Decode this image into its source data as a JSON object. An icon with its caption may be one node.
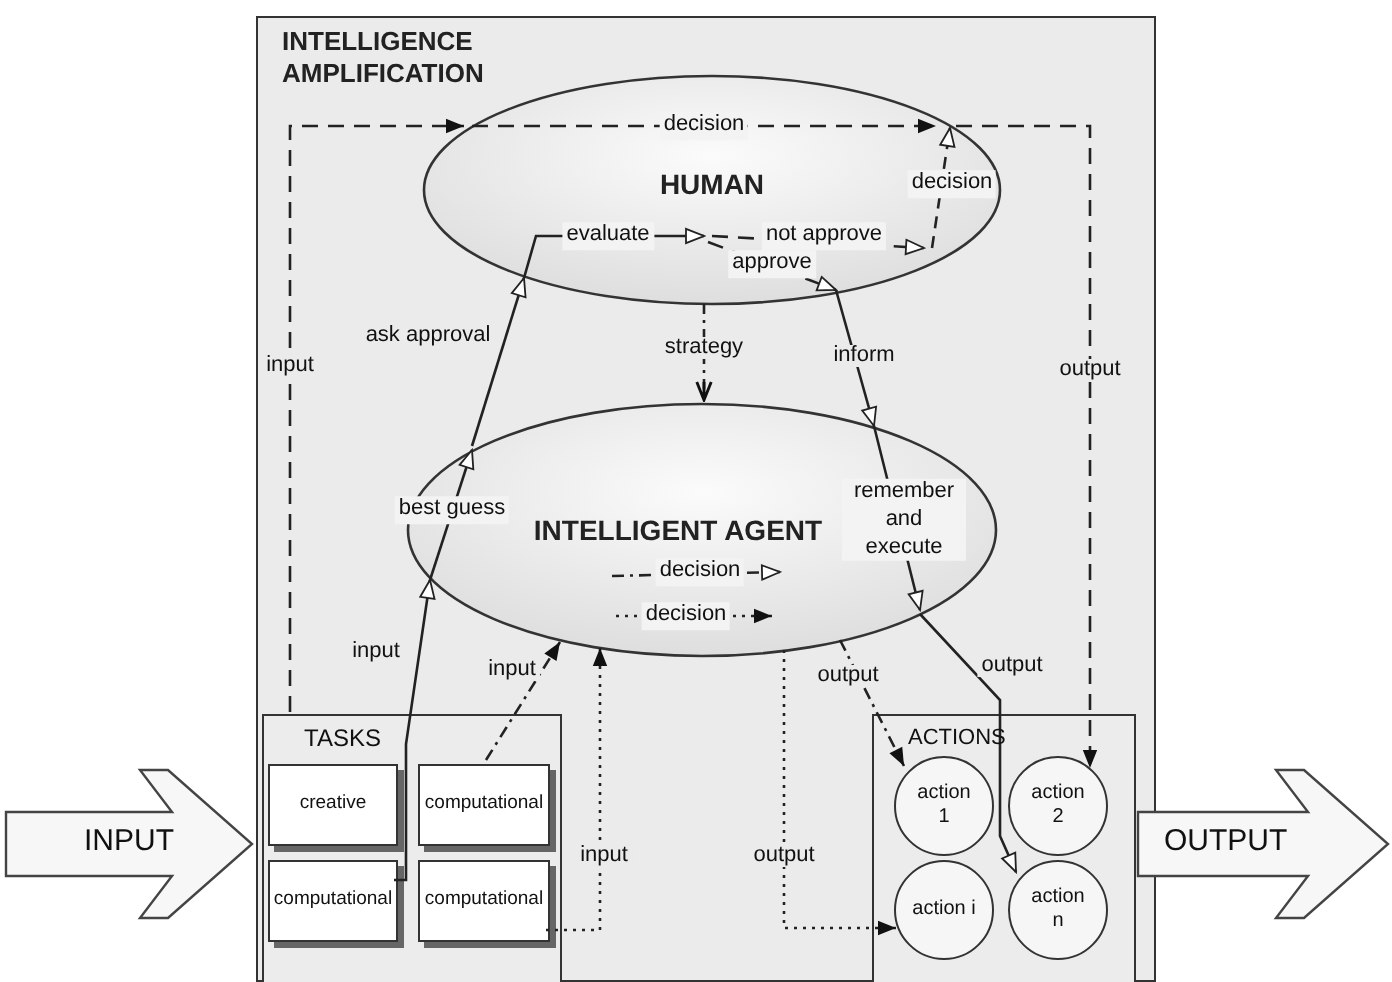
{
  "diagram": {
    "nodes": [
      {
        "text": [
          "INTELLIGENCE AMPLIFICATION"
        ]
      },
      {
        "text": [
          "HUMAN"
        ],
        "in": 0
      },
      {
        "text": [
          "INTELLIGENT AGENT"
        ],
        "in": 0
      },
      {
        "text": [
          "TASKS"
        ],
        "in": 0
      },
      {
        "text": [
          "creative"
        ],
        "in": 3
      },
      {
        "text": [
          "computational"
        ],
        "in": 3
      },
      {
        "text": [
          "computational"
        ],
        "in": 3
      },
      {
        "text": [
          "computational"
        ],
        "in": 3
      },
      {
        "text": [
          "ACTIONS"
        ],
        "in": 0
      },
      {
        "text": [
          "action 1"
        ],
        "in": 8
      },
      {
        "text": [
          "action 2"
        ],
        "in": 8
      },
      {
        "text": [
          "action i"
        ],
        "in": 8
      },
      {
        "text": [
          "action n"
        ],
        "in": 8
      },
      {
        "text": [
          "INPUT"
        ]
      },
      {
        "text": [
          "OUTPUT"
        ]
      }
    ],
    "edges": [
      {
        "from": 6,
        "to": 2,
        "arrow": "to",
        "label": "input"
      },
      {
        "from": 2,
        "to": 1,
        "arrow": "to",
        "label": "ask approval"
      },
      {
        "from": 1,
        "to": 2,
        "arrow": "to",
        "label": "strategy",
        "style": "dashed"
      },
      {
        "from": 1,
        "to": 2,
        "arrow": "to",
        "label": "inform"
      },
      {
        "from": 2,
        "to": 12,
        "arrow": "to",
        "label": "output"
      },
      {
        "from": 5,
        "to": 2,
        "arrow": "to",
        "label": "input",
        "style": "dashed"
      },
      {
        "from": 2,
        "to": 9,
        "arrow": "to",
        "label": "output",
        "style": "dashed"
      },
      {
        "from": 7,
        "to": 2,
        "arrow": "to",
        "label": "input",
        "style": "dashed"
      },
      {
        "from": 2,
        "to": 11,
        "arrow": "to",
        "label": "output",
        "style": "dashed"
      },
      {
        "from": 3,
        "to": 1,
        "arrow": "to",
        "label": "input",
        "style": "dashed"
      },
      {
        "from": 1,
        "to": 10,
        "arrow": "to",
        "label": "output",
        "style": "dashed"
      }
    ],
    "labels": [
      "decision",
      "decision",
      "evaluate",
      "not approve",
      "approve",
      "best guess",
      "remember and execute",
      "decision",
      "decision"
    ]
  }
}
